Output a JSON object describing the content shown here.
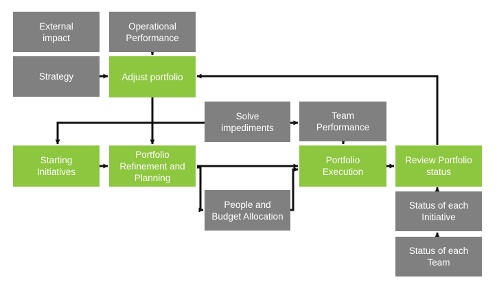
{
  "colors": {
    "gray_box": "#808080",
    "green_box": "#8dc63f",
    "connector": "#111111",
    "text": "#ffffff"
  },
  "nodes": {
    "external_impact": "External\nimpact",
    "operational_performance": "Operational\nPerformance",
    "strategy": "Strategy",
    "adjust_portfolio": "Adjust portfolio",
    "solve_impediments": "Solve\nimpediments",
    "team_performance": "Team\nPerformance",
    "starting_initiatives": "Starting\nInitiatives",
    "portfolio_refinement": "Portfolio\nRefinement and\nPlanning",
    "portfolio_execution": "Portfolio\nExecution",
    "review_portfolio_status": "Review Portfolio\nstatus",
    "people_budget_allocation": "People and\nBudget Allocation",
    "status_each_initiative": "Status of each\nInitiative",
    "status_each_team": "Status of each\nTeam"
  }
}
